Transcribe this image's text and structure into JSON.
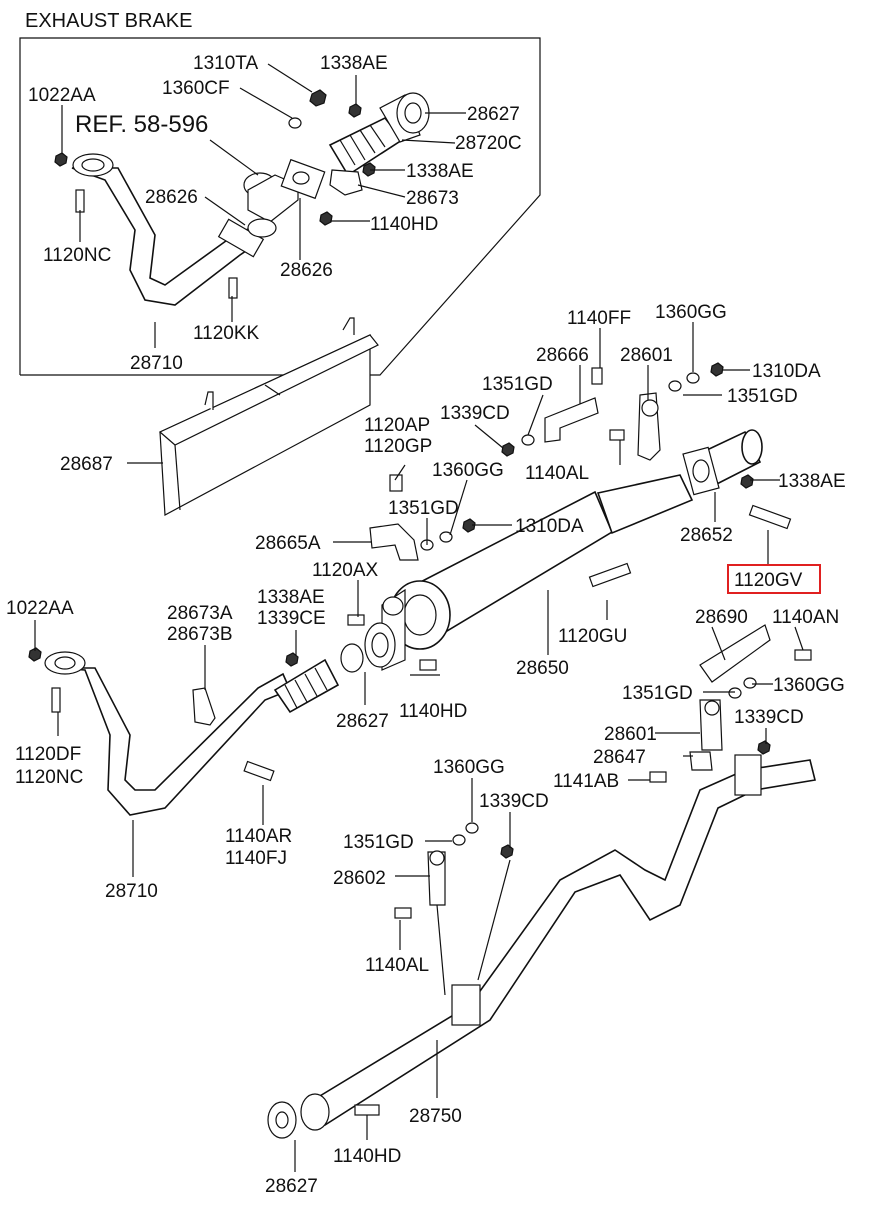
{
  "title": "EXHAUST BRAKE",
  "reference": "REF. 58-596",
  "highlight_color": "#e02020",
  "highlighted_part": "1120GV",
  "callouts": [
    {
      "id": "1310TA"
    },
    {
      "id": "1338AE"
    },
    {
      "id": "1360CF"
    },
    {
      "id": "1022AA"
    },
    {
      "id": "28627"
    },
    {
      "id": "28720C"
    },
    {
      "id": "1338AE"
    },
    {
      "id": "28626"
    },
    {
      "id": "28673"
    },
    {
      "id": "1140HD"
    },
    {
      "id": "1120NC"
    },
    {
      "id": "28626"
    },
    {
      "id": "1120KK"
    },
    {
      "id": "28710"
    },
    {
      "id": "1140FF"
    },
    {
      "id": "1360GG"
    },
    {
      "id": "28666"
    },
    {
      "id": "28601"
    },
    {
      "id": "1310DA"
    },
    {
      "id": "1351GD"
    },
    {
      "id": "1351GD"
    },
    {
      "id": "28687"
    },
    {
      "id": "1120AP"
    },
    {
      "id": "1120GP"
    },
    {
      "id": "1339CD"
    },
    {
      "id": "1140AL"
    },
    {
      "id": "1338AE"
    },
    {
      "id": "1360GG"
    },
    {
      "id": "1351GD"
    },
    {
      "id": "1310DA"
    },
    {
      "id": "28665A"
    },
    {
      "id": "28652"
    },
    {
      "id": "1120GV"
    },
    {
      "id": "1120AX"
    },
    {
      "id": "1022AA"
    },
    {
      "id": "28673A"
    },
    {
      "id": "28673B"
    },
    {
      "id": "1338AE"
    },
    {
      "id": "1339CE"
    },
    {
      "id": "1120GU"
    },
    {
      "id": "28690"
    },
    {
      "id": "1140AN"
    },
    {
      "id": "28650"
    },
    {
      "id": "28627"
    },
    {
      "id": "1140HD"
    },
    {
      "id": "1351GD"
    },
    {
      "id": "1360GG"
    },
    {
      "id": "1120DF"
    },
    {
      "id": "1120NC"
    },
    {
      "id": "28601"
    },
    {
      "id": "1339CD"
    },
    {
      "id": "28647"
    },
    {
      "id": "1141AB"
    },
    {
      "id": "1360GG"
    },
    {
      "id": "1339CD"
    },
    {
      "id": "1140AR"
    },
    {
      "id": "1140FJ"
    },
    {
      "id": "1351GD"
    },
    {
      "id": "28602"
    },
    {
      "id": "28710"
    },
    {
      "id": "1140AL"
    },
    {
      "id": "28750"
    },
    {
      "id": "1140HD"
    },
    {
      "id": "28627"
    }
  ]
}
